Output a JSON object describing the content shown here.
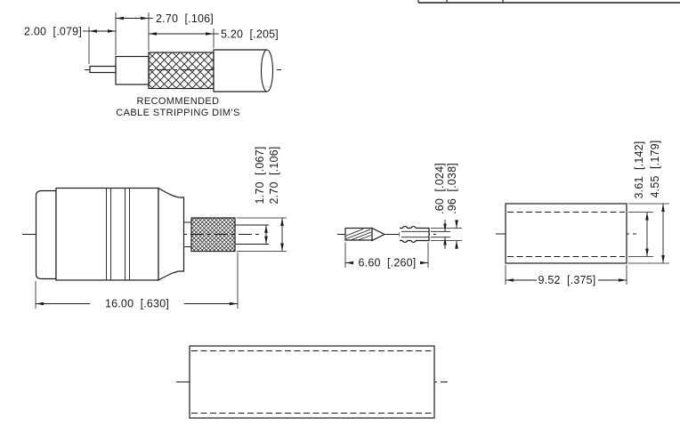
{
  "colors": {
    "line": "#1b1b1b",
    "table_line": "#3c3c3c",
    "background": "#ffffff"
  },
  "stripping_view": {
    "caption_line1": "RECOMMENDED",
    "caption_line2": "CABLE STRIPPING DIM'S",
    "dims": {
      "center_conductor": "2.00  [.079]",
      "dielectric": "2.70  [.106]",
      "braid": "5.20  [.205]"
    }
  },
  "connector_body_view": {
    "dims": {
      "stem_diameter": "1.70  [.067]",
      "crimp_diameter": "2.70  [.106]",
      "overall_length": "16.00  [.630]"
    }
  },
  "contact_pin_view": {
    "dims": {
      "inner_diameter": ".60  [.024]",
      "outer_diameter": ".96  [.038]",
      "length": "6.60  [.260]"
    }
  },
  "ferrule_view": {
    "dims": {
      "inner_diameter": "3.61  [.142]",
      "outer_diameter": "4.55  [.179]",
      "length": "9.52  [.375]"
    }
  }
}
